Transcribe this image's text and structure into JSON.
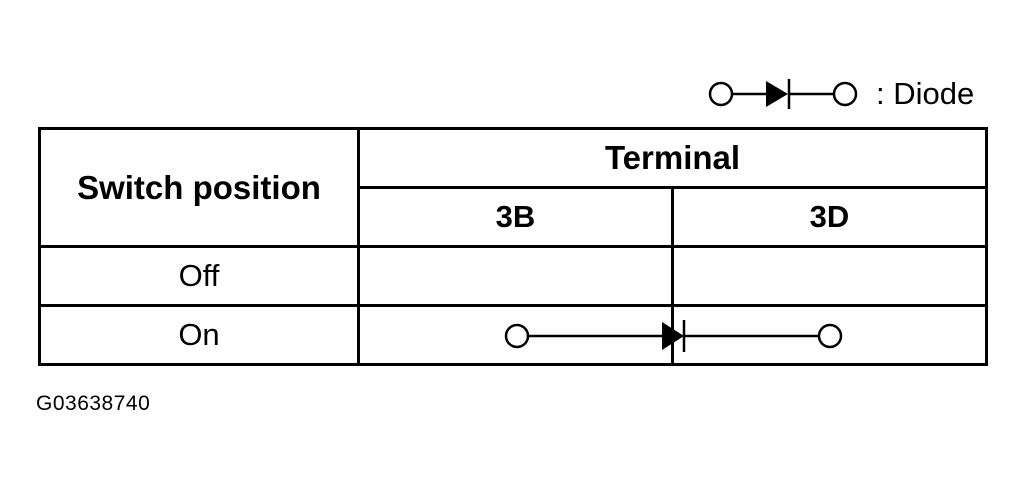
{
  "legend": {
    "label": ": Diode",
    "symbol": "diode-icon"
  },
  "table": {
    "row_header": "Switch position",
    "column_group_header": "Terminal",
    "columns": [
      "3B",
      "3D"
    ],
    "rows": [
      {
        "position": "Off",
        "connection": null
      },
      {
        "position": "On",
        "connection": {
          "from": "3B",
          "to": "3D",
          "type": "diode"
        }
      }
    ]
  },
  "caption": "G03638740",
  "colors": {
    "line": "#000000",
    "background": "#ffffff"
  }
}
